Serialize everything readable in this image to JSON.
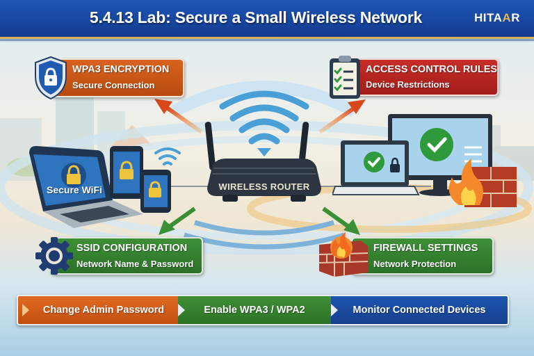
{
  "header": {
    "title": "5.4.13 Lab: Secure a Small Wireless Network",
    "logo_prefix": "HITA",
    "logo_accent": "A",
    "logo_suffix": "R"
  },
  "center": {
    "router_label": "WIRELESS ROUTER",
    "laptop_screen_text": "Secure WiFi"
  },
  "callouts": {
    "wpa3": {
      "title": "WPA3 ENCRYPTION",
      "subtitle": "Secure Connection",
      "icon": "shield-lock-icon",
      "color": "#c8561a"
    },
    "access_control": {
      "title": "ACCESS CONTROL RULES",
      "subtitle": "Device Restrictions",
      "icon": "checklist-clipboard-icon",
      "color": "#b42521"
    },
    "ssid": {
      "title": "SSID CONFIGURATION",
      "subtitle": "Network Name & Password",
      "icon": "gear-icon",
      "color": "#347f2f"
    },
    "firewall": {
      "title": "FIREWALL SETTINGS",
      "subtitle": "Network Protection",
      "icon": "firewall-icon",
      "color": "#347f2f"
    }
  },
  "steps": [
    {
      "label": "Change Admin Password",
      "color": "#d15d1a"
    },
    {
      "label": "Enable WPA3 / WPA2",
      "color": "#35812e"
    },
    {
      "label": "Monitor Connected Devices",
      "color": "#1a4a9e"
    }
  ],
  "colors": {
    "header_blue": "#1a4ba5",
    "header_underline": "#d7b357",
    "wifi_blue": "#4a9fd6",
    "orange_arrow": "#e0621d",
    "green_arrow": "#3b8f35"
  }
}
